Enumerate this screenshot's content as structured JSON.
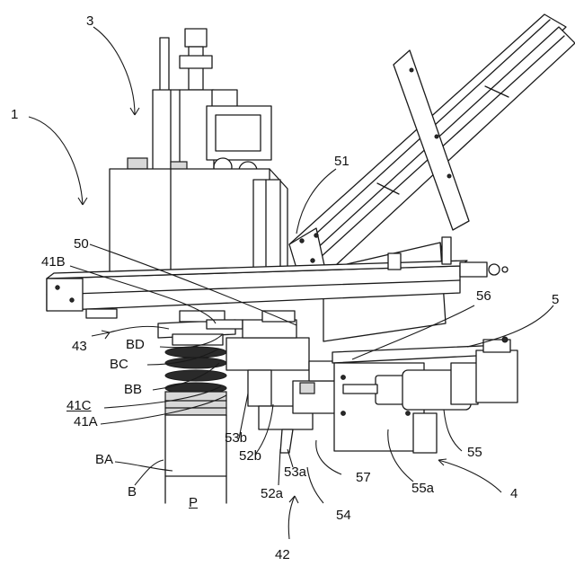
{
  "figure": {
    "labels": [
      {
        "id": "l-3",
        "text": "3"
      },
      {
        "id": "l-1",
        "text": "1"
      },
      {
        "id": "l-51",
        "text": "51"
      },
      {
        "id": "l-50",
        "text": "50"
      },
      {
        "id": "l-41B",
        "text": "41B"
      },
      {
        "id": "l-56",
        "text": "56"
      },
      {
        "id": "l-5",
        "text": "5"
      },
      {
        "id": "l-43",
        "text": "43"
      },
      {
        "id": "l-BD",
        "text": "BD"
      },
      {
        "id": "l-BC",
        "text": "BC"
      },
      {
        "id": "l-BB",
        "text": "BB"
      },
      {
        "id": "l-41C",
        "text": "41C"
      },
      {
        "id": "l-41A",
        "text": "41A"
      },
      {
        "id": "l-53b",
        "text": "53b"
      },
      {
        "id": "l-52b",
        "text": "52b"
      },
      {
        "id": "l-55",
        "text": "55"
      },
      {
        "id": "l-BA",
        "text": "BA"
      },
      {
        "id": "l-53a",
        "text": "53a"
      },
      {
        "id": "l-57",
        "text": "57"
      },
      {
        "id": "l-55a",
        "text": "55a"
      },
      {
        "id": "l-B",
        "text": "B"
      },
      {
        "id": "l-P",
        "text": "P"
      },
      {
        "id": "l-52a",
        "text": "52a"
      },
      {
        "id": "l-4",
        "text": "4"
      },
      {
        "id": "l-54",
        "text": "54"
      },
      {
        "id": "l-42",
        "text": "42"
      }
    ]
  }
}
